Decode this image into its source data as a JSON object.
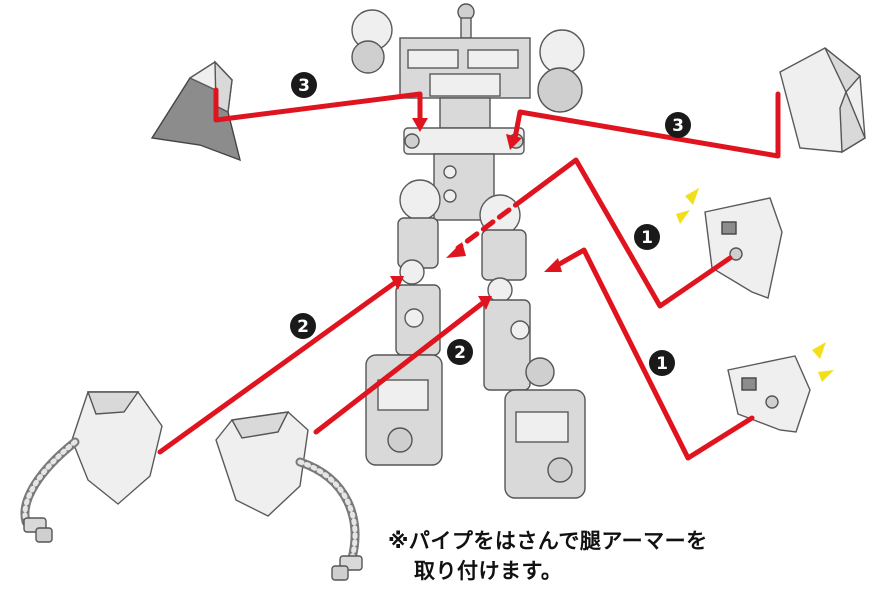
{
  "colors": {
    "accent_line": "#e0141e",
    "step_marker": "#1a1a1a",
    "spark": "#f2df1a",
    "part_fill": "#d9d9d9"
  },
  "steps": {
    "step1_a": "1",
    "step1_b": "1",
    "step2_a": "2",
    "step2_b": "2",
    "step3_a": "3",
    "step3_b": "3"
  },
  "note": {
    "line1": "※パイプをはさんで腿アーマーを",
    "line2": "取り付けます。"
  },
  "icons": {
    "step_marker": "filled-circle-number",
    "spark": "attention-spark-icon",
    "arrow": "red-arrow"
  }
}
